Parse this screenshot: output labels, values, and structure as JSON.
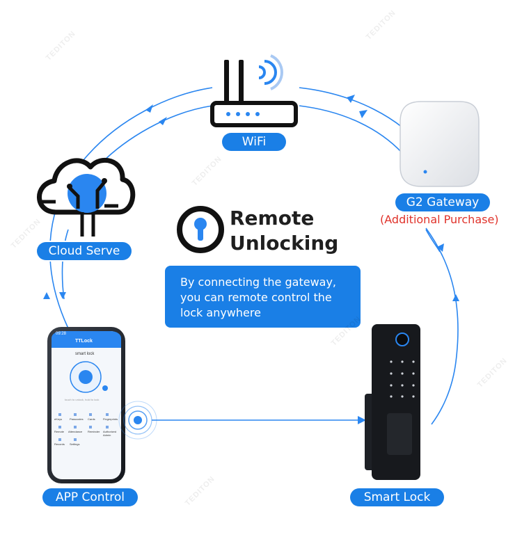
{
  "title": {
    "line1": "Remote",
    "line2": "Unlocking"
  },
  "description": {
    "line1": "By connecting the gateway,",
    "line2": "you can  remote control the",
    "line3": "lock anywhere"
  },
  "nodes": {
    "wifi": "WiFi",
    "cloud": "Cloud Serve",
    "gateway": "G2 Gateway",
    "gateway_note": "(Additional Purchase)",
    "app": "APP Control",
    "lock": "Smart Lock"
  },
  "phone": {
    "time": "09:28",
    "app_title": "TTLock",
    "lock_name": "smart lock",
    "hint": "touch to unlock, hold to lock",
    "menu": [
      "eKeys",
      "Passcodes",
      "Cards",
      "Fingerprints",
      "Remote",
      "Attendance",
      "Reminder",
      "Authorized Admin",
      "Records",
      "Settings"
    ]
  },
  "watermark": "TEDITON",
  "colors": {
    "accent": "#1a7fe6",
    "note": "#e0322a",
    "dark": "#1f1f1f"
  }
}
